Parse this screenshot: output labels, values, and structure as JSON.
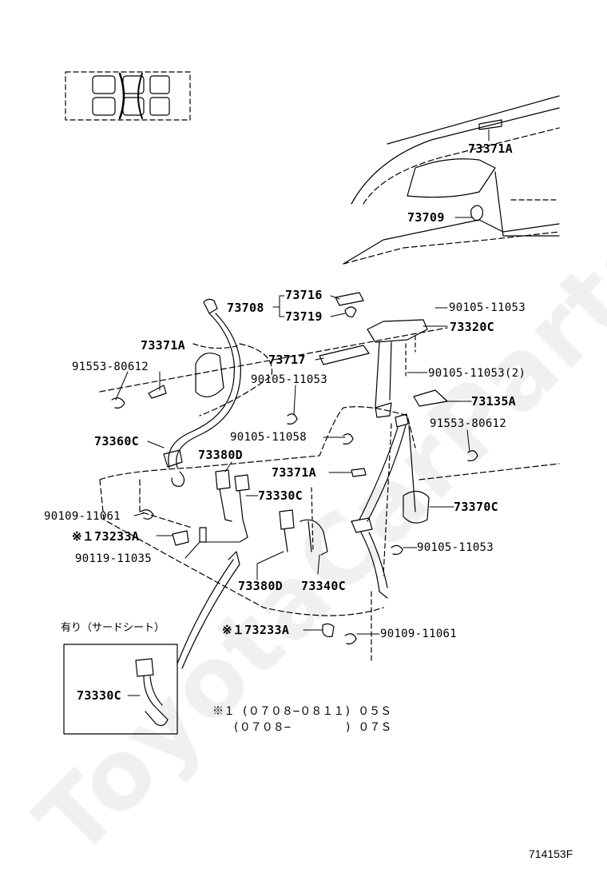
{
  "watermark": "ToyotaCarParts.ru",
  "diagram_code": "714153F",
  "inset_caption": "有り（サードシート）",
  "notes": {
    "line1": "※１ (０７０８−０８１１) ０５Ｓ",
    "line2": "   (０７０８−        ) ０７Ｓ"
  },
  "callouts": [
    {
      "id": "c73371A_top",
      "text": "73371A"
    },
    {
      "id": "c73709",
      "text": "73709"
    },
    {
      "id": "c73708",
      "text": "73708"
    },
    {
      "id": "c73716",
      "text": "73716"
    },
    {
      "id": "c73719",
      "text": "73719"
    },
    {
      "id": "c90105_top",
      "text": "90105-11053"
    },
    {
      "id": "c73320C",
      "text": "73320C"
    },
    {
      "id": "c73371A_left",
      "text": "73371A"
    },
    {
      "id": "c73717",
      "text": "73717"
    },
    {
      "id": "c90105_2",
      "text": "90105-11053(2)"
    },
    {
      "id": "c91553_left",
      "text": "91553-80612"
    },
    {
      "id": "c90105_mid",
      "text": "90105-11053"
    },
    {
      "id": "c73135A",
      "text": "73135A"
    },
    {
      "id": "c91553_right",
      "text": "91553-80612"
    },
    {
      "id": "c73360C",
      "text": "73360C"
    },
    {
      "id": "c90105_11058",
      "text": "90105-11058"
    },
    {
      "id": "c73380D_top",
      "text": "73380D"
    },
    {
      "id": "c73371A_mid",
      "text": "73371A"
    },
    {
      "id": "c73330C",
      "text": "73330C"
    },
    {
      "id": "c73370C",
      "text": "73370C"
    },
    {
      "id": "c90109_left",
      "text": "90109-11061"
    },
    {
      "id": "c73233A_left",
      "text": "※１73233A"
    },
    {
      "id": "c90105_low",
      "text": "90105-11053"
    },
    {
      "id": "c90119",
      "text": "90119-11035"
    },
    {
      "id": "c73380D_bottom",
      "text": "73380D"
    },
    {
      "id": "c73340C",
      "text": "73340C"
    },
    {
      "id": "c73233A_bottom",
      "text": "※１73233A"
    },
    {
      "id": "c90109_bottom",
      "text": "90109-11061"
    },
    {
      "id": "c73330C_inset",
      "text": "73330C"
    }
  ]
}
